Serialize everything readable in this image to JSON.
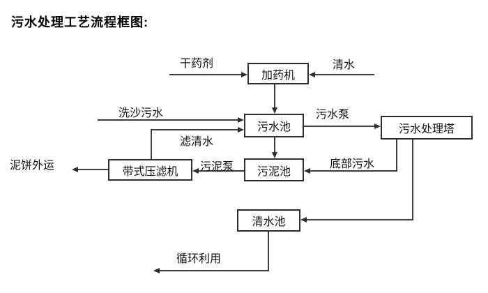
{
  "title": "污水处理工艺流程框图:",
  "diagram": {
    "type": "flowchart",
    "nodes": {
      "dosing_machine": "加药机",
      "sewage_pool": "污水池",
      "treatment_tower": "污水处理塔",
      "sludge_pool": "污泥池",
      "belt_filter_press": "带式压滤机",
      "clean_water_pool": "清水池"
    },
    "labels": {
      "dry_agent": "干药剂",
      "clean_water": "清水",
      "sand_washing_sewage": "洗沙污水",
      "filtered_water": "滤清水",
      "sewage_pump": "污水泵",
      "bottom_sewage": "底部污水",
      "sludge_pump": "污泥泵",
      "mud_cake_out": "泥饼外运",
      "recycle_use": "循环利用"
    },
    "flows": [
      "干药剂 → 加药机",
      "清水 → 加药机",
      "加药机 → 污水池",
      "洗沙污水 → 污水池",
      "带式压滤机 →(滤清水) 污水池",
      "污水池 →(污水泵) 污水处理塔",
      "污水处理塔 →(底部污水) 污泥池",
      "污水处理塔 → 清水池",
      "污水池 → 污泥池",
      "污泥池 →(污泥泵) 带式压滤机",
      "带式压滤机 → 泥饼外运",
      "清水池 → 循环利用"
    ],
    "colors": {
      "background": "#ffffff",
      "line": "#3c3c3c",
      "box_border": "#2e2e2e",
      "text": "#111111"
    }
  }
}
